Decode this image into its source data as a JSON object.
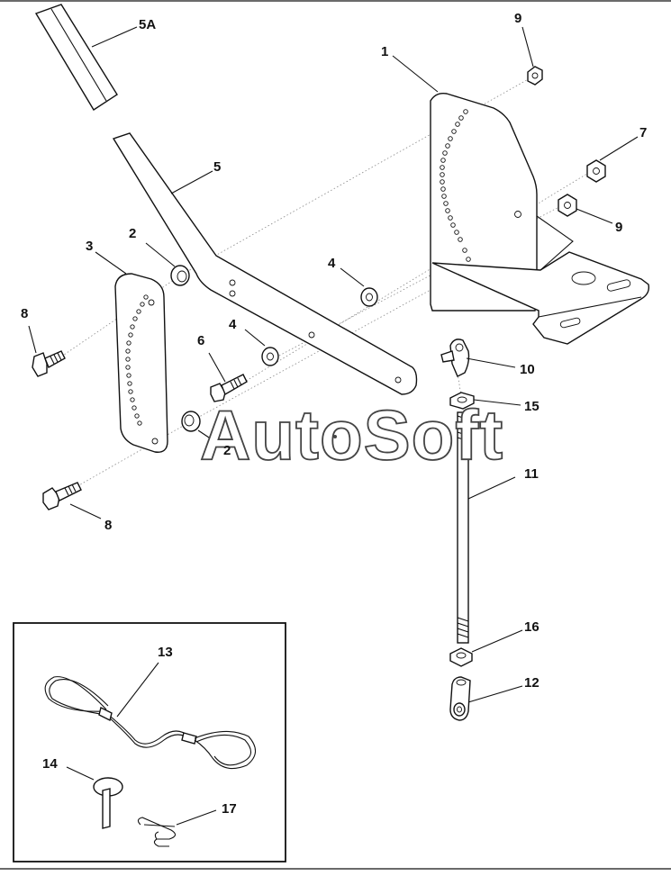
{
  "watermark": "AutoSoft",
  "labels": {
    "p5A": "5A",
    "p9a": "9",
    "p1": "1",
    "p7": "7",
    "p5": "5",
    "p9b": "9",
    "p3": "3",
    "p2a": "2",
    "p4a": "4",
    "p8a": "8",
    "p6": "6",
    "p4b": "4",
    "p10": "10",
    "p15": "15",
    "p2b": "2",
    "p11": "11",
    "p8b": "8",
    "p16": "16",
    "p12": "12",
    "p13": "13",
    "p14": "14",
    "p17": "17"
  }
}
